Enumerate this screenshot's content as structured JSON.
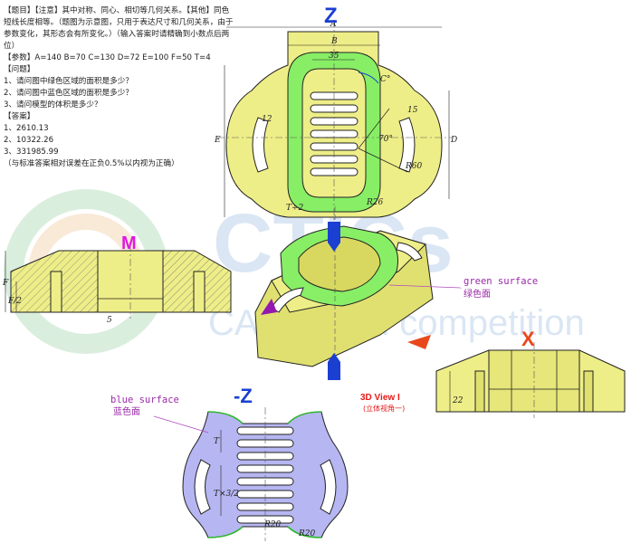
{
  "problem": {
    "line1": "【题目】【注意】其中对称、同心、相切等几何关系。【其他】同色",
    "line2": "短线长度相等。（题图为示意图，只用于表达尺寸和几何关系，由于",
    "line3": "参数变化，其形态会有所变化。）（输入答案时请精确到小数点后两",
    "line4": "位）",
    "params_line": "【参数】A=140  B=70  C=130  D=72  E=100  F=50  T=4",
    "questions_header": "【问题】",
    "questions": [
      "1、请问图中绿色区域的面积是多少？",
      "2、请问图中蓝色区域的面积是多少？",
      "3、请问模型的体积是多少？"
    ],
    "answers_header": "【答案】",
    "answers": [
      "1、2610.13",
      "2、10322.26",
      "3、331985.99"
    ],
    "tolerance": "（与标准答案相对误差在正负0.5%以内视为正确）"
  },
  "views": {
    "top_label": "Z",
    "bottom_label": "-Z",
    "section_label": "M",
    "side_label": "X",
    "view3d_title": "3D View I",
    "view3d_sub": "(立体视角一)"
  },
  "annotations": {
    "green_en": "green surface",
    "green_cn": "绿色面",
    "blue_en": "blue surface",
    "blue_cn": "蓝色面"
  },
  "dims": {
    "A": "A",
    "B": "B",
    "v35": "35",
    "C": "C°",
    "v12": "12",
    "v15": "15",
    "v70": "70°",
    "D": "D",
    "E": "E",
    "R60": "R60",
    "R26": "R26",
    "T2": "T÷2",
    "F": "F",
    "F2": "F/2",
    "v5": "5",
    "v22": "22",
    "T": "T",
    "T32": "T×3/2",
    "R20a": "R20",
    "R20b": "R20"
  },
  "watermark": {
    "brand": "CTICs",
    "sub": "CAD digital competition"
  },
  "colors": {
    "yellow": "#eeee88",
    "green": "#88ee66",
    "blue": "#b6b6f2",
    "accent_red": "#e8481c",
    "accent_blue": "#1a3fd1",
    "magenta": "#e018e0"
  }
}
